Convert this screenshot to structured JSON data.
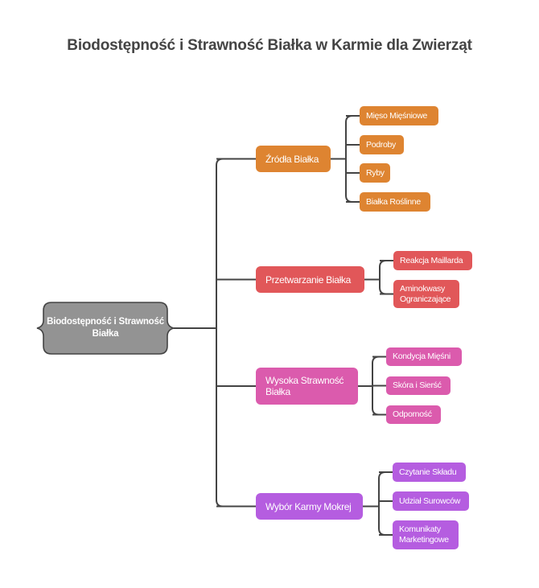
{
  "title": "Biodostępność i Strawność Białka w Karmie dla Zwierząt",
  "root": {
    "label": "Biodostępność i Strawność Białka",
    "color": "#939393",
    "icon": "curly-brace-shape"
  },
  "connector_color": "#444444",
  "branches": [
    {
      "label": "Źródła Białka",
      "color": "#DE8431",
      "children": [
        "Mięso Mięśniowe",
        "Podroby",
        "Ryby",
        "Białka Roślinne"
      ]
    },
    {
      "label": "Przetwarzanie Białka",
      "color": "#E15759",
      "children": [
        "Reakcja Maillarda",
        "Aminokwasy Ograniczające"
      ]
    },
    {
      "label": "Wysoka Strawność Białka",
      "color": "#DB5BAD",
      "children": [
        "Kondycja Mięśni",
        "Skóra i Sierść",
        "Odporność"
      ]
    },
    {
      "label": "Wybór Karmy Mokrej",
      "color": "#B55DE0",
      "children": [
        "Czytanie Składu",
        "Udział Surowców",
        "Komunikaty Marketingowe"
      ]
    }
  ]
}
